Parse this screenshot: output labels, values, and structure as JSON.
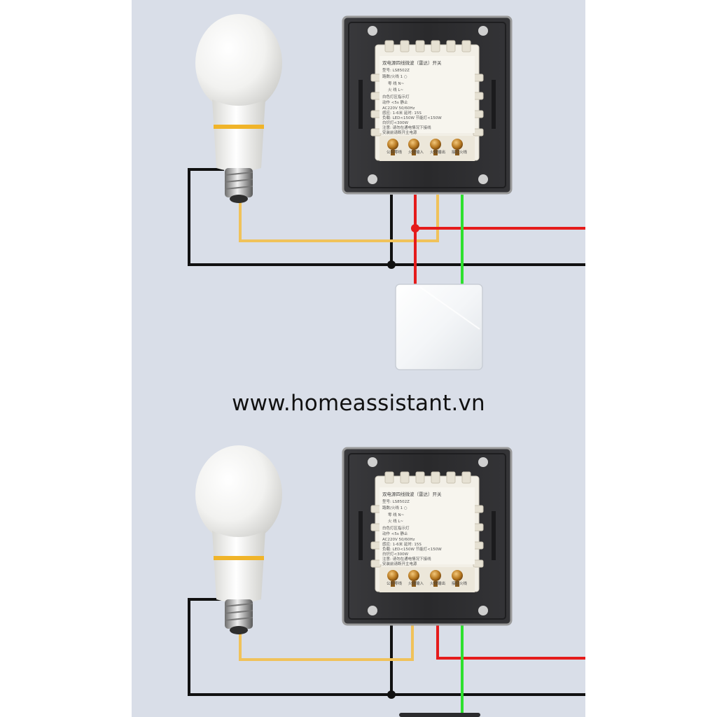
{
  "watermark": "www.homeassistant.vn",
  "colors": {
    "background": "#d9dee8",
    "neutral_wire": "#111111",
    "live_wire": "#e51b1b",
    "ground_wire": "#2ee02e",
    "load_wire": "#f0c25a",
    "switch_plate": "#2b2b2e",
    "module_body": "#f2efe6"
  },
  "switch_module": {
    "title": "双电源四线微波（雷达）开关",
    "model_label": "型号: LS8502Z",
    "channels_label": "路数/火线 1 ○",
    "spec_lines": [
      "零  线 N~",
      "火  线 L~",
      "白色灯区指示灯",
      "动作 <5s  静止",
      "AC220V 50/60Hz",
      "感应: 1-6米  延时: 15S",
      "负载: LED<150W  节能灯<150W",
      "白炽灯<300W",
      "注意: 请勿在通电情况下接线",
      "安装前请断开主电源"
    ],
    "terminal_labels": [
      "公共零线",
      "火线输入",
      "火线输出",
      "接控火线"
    ]
  },
  "icons": [
    "light-bulb-icon",
    "wall-switch-module-icon",
    "push-button-icon",
    "wire-junction-dot-icon"
  ]
}
